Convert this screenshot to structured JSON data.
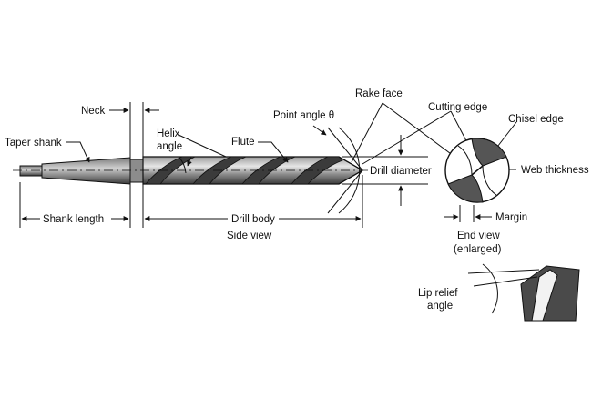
{
  "labels": {
    "neck": "Neck",
    "taper_shank": "Taper shank",
    "helix_angle_line1": "Helix",
    "helix_angle_line2": "angle",
    "flute": "Flute",
    "point_angle": "Point angle θ",
    "rake_face": "Rake face",
    "cutting_edge": "Cutting edge",
    "chisel_edge": "Chisel edge",
    "web_thickness": "Web thickness",
    "drill_diameter": "Drill diameter",
    "margin": "Margin",
    "shank_length": "Shank length",
    "drill_body": "Drill body",
    "side_view": "Side view",
    "end_view_line1": "End view",
    "end_view_line2": "(enlarged)",
    "lip_relief_line1": "Lip relief",
    "lip_relief_line2": "angle"
  },
  "colors": {
    "body_dark": "#3b3b3b",
    "body_mid": "#6f6f6f",
    "body_light": "#d9d9d9",
    "line": "#111111"
  }
}
